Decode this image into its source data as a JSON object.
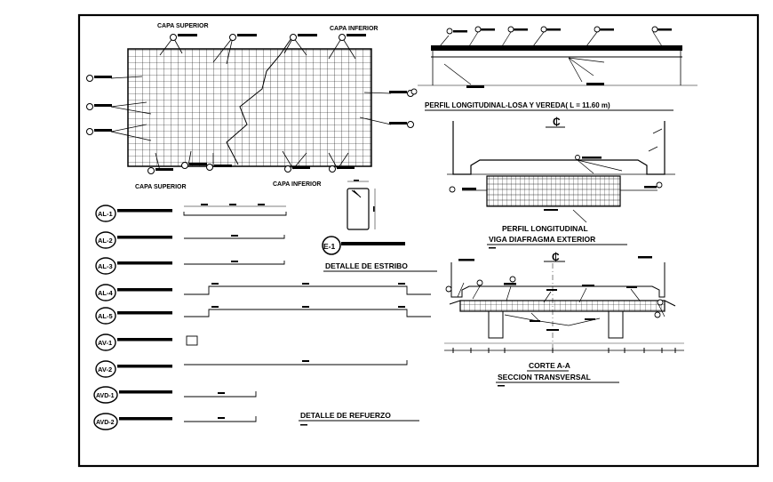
{
  "slab_plan": {
    "label_top_left": "CAPA SUPERIOR",
    "label_top_right": "CAPA INFERIOR",
    "label_bottom_left": "CAPA SUPERIOR",
    "label_bottom_right": "CAPA INFERIOR"
  },
  "longitudinal_profile": {
    "title": "PERFIL LONGITUDINAL-LOSA Y VEREDA( L = 11.60 m)"
  },
  "diaphragm": {
    "title_line1": "PERFIL LONGITUDINAL",
    "title_line2": "VIGA DIAFRAGMA EXTERIOR"
  },
  "section": {
    "title_line1": "CORTE A-A",
    "title_line2": "SECCION TRANSVERSAL"
  },
  "stirrup": {
    "tag": "E-1",
    "title": "DETALLE DE ESTRIBO"
  },
  "reinforcement": {
    "title": "DETALLE DE REFUERZO",
    "bars": [
      "AL-1",
      "AL-2",
      "AL-3",
      "AL-4",
      "AL-5",
      "AV-1",
      "AV-2",
      "AVD-1",
      "AVD-2"
    ]
  },
  "centerline_symbol": "₵"
}
